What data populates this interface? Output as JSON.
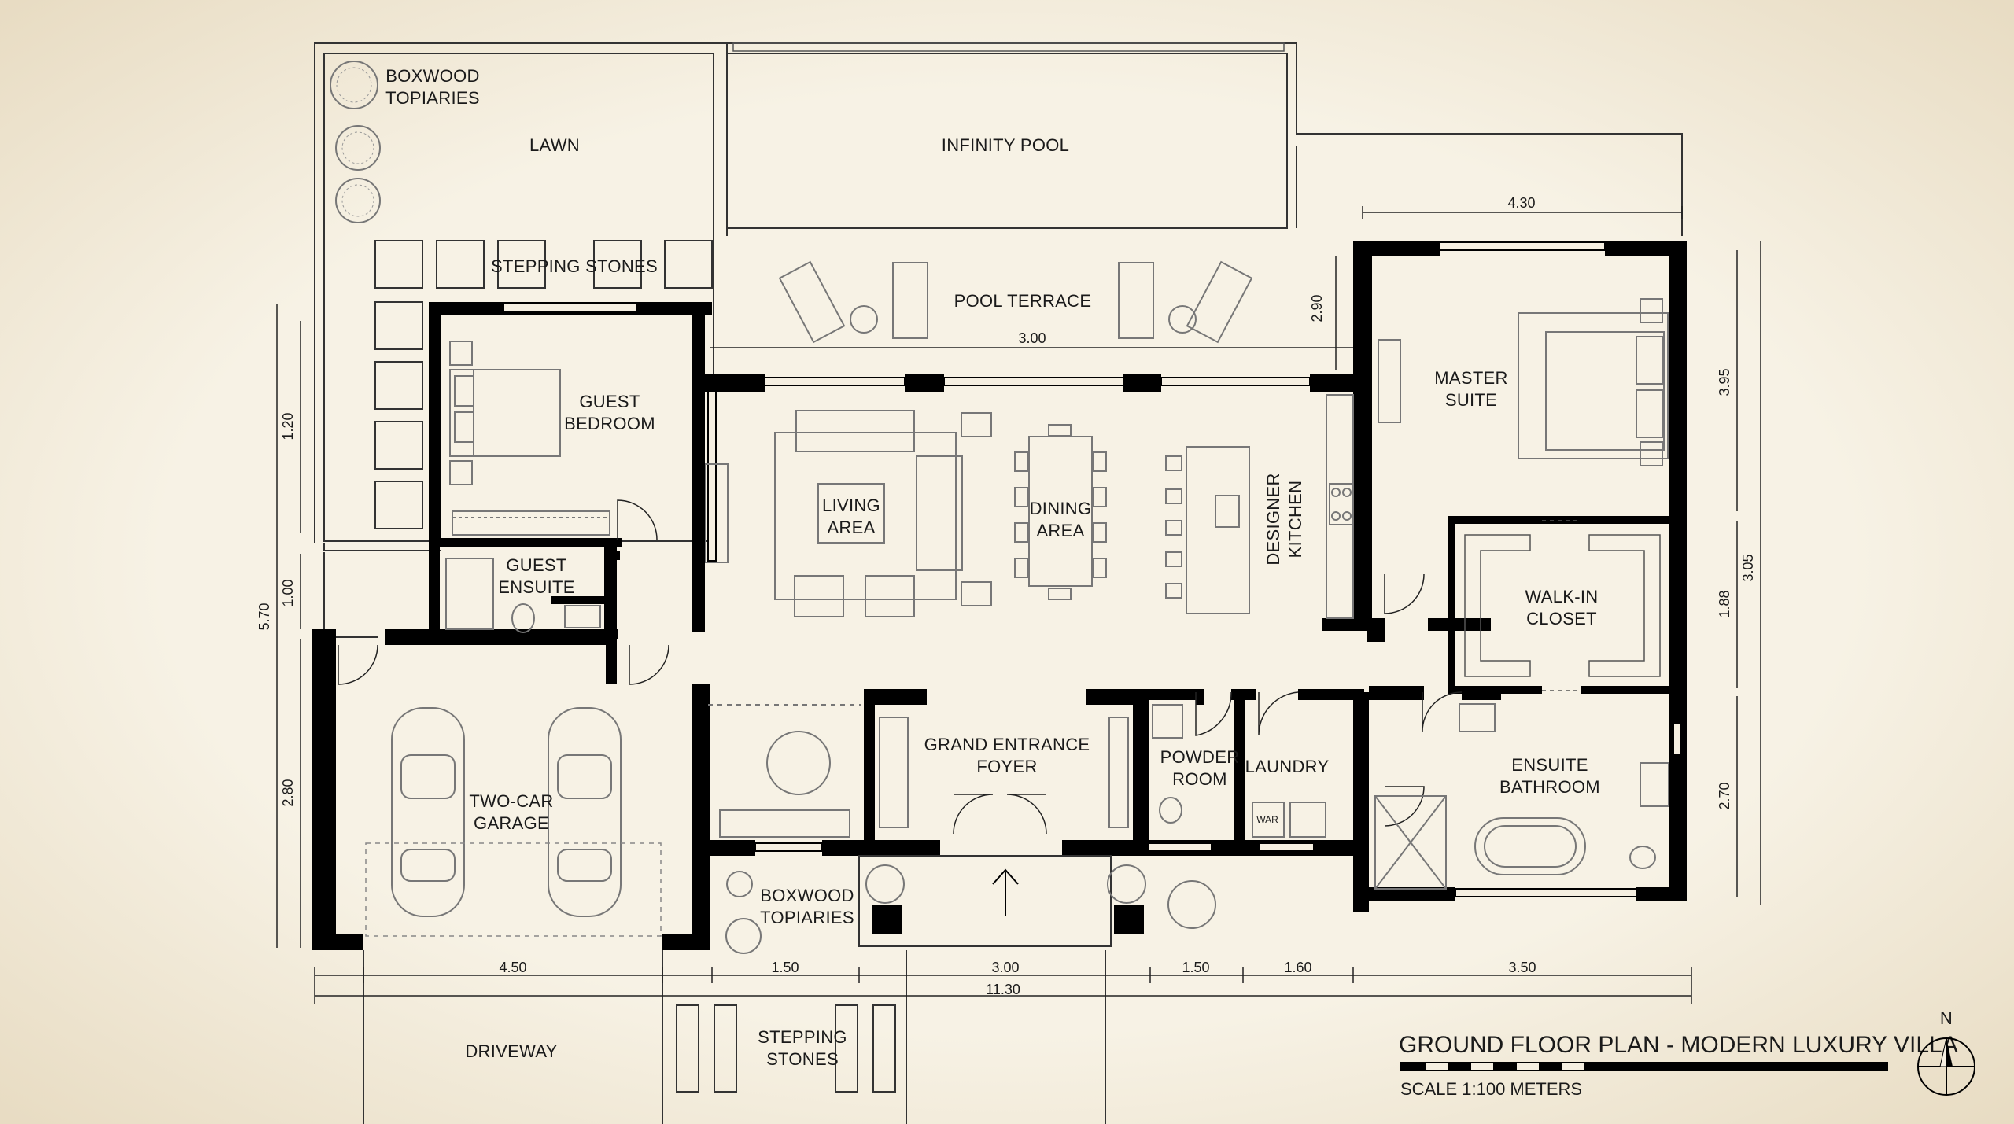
{
  "title": "GROUND FLOOR PLAN - MODERN LUXURY VILLA",
  "scale": "SCALE 1:100 METERS",
  "north": "N",
  "rooms": {
    "infinity_pool": "INFINITY POOL",
    "lawn": "LAWN",
    "boxwood_top": [
      "BOXWOOD",
      "TOPIARIES"
    ],
    "stepping_top": "STEPPING STONES",
    "pool_terrace": "POOL TERRACE",
    "guest_bedroom": [
      "GUEST",
      "BEDROOM"
    ],
    "guest_ensuite": [
      "GUEST",
      "ENSUITE"
    ],
    "living": [
      "LIVING",
      "AREA"
    ],
    "dining": [
      "DINING",
      "AREA"
    ],
    "kitchen": [
      "DESIGNER",
      "KITCHEN"
    ],
    "master": [
      "MASTER",
      "SUITE"
    ],
    "closet": [
      "WALK-IN",
      "CLOSET"
    ],
    "ensuite_bath": [
      "ENSUITE",
      "BATHROOM"
    ],
    "garage": [
      "TWO-CAR",
      "GARAGE"
    ],
    "foyer": [
      "GRAND ENTRANCE",
      "FOYER"
    ],
    "powder": [
      "POWDER",
      "ROOM"
    ],
    "laundry": "LAUNDRY",
    "war": "WAR",
    "boxwood_bottom": [
      "BOXWOOD",
      "TOPIARIES"
    ],
    "driveway": "DRIVEWAY",
    "stepping_bottom": [
      "STEPPING",
      "STONES"
    ]
  },
  "dimensions": {
    "top_4_30": "4.30",
    "terrace_3_00": "3.00",
    "terrace_2_90": "2.90",
    "left_1_20": "1.20",
    "left_1_00": "1.00",
    "left_5_70": "5.70",
    "left_2_80": "2.80",
    "right_3_95": "3.95",
    "right_1_88": "1.88",
    "right_3_05": "3.05",
    "right_2_70": "2.70",
    "bottom_4_50": "4.50",
    "bottom_1_50a": "1.50",
    "bottom_3_00": "3.00",
    "bottom_1_50b": "1.50",
    "bottom_1_60": "1.60",
    "bottom_3_50": "3.50",
    "bottom_total": "11.30"
  },
  "colors": {
    "paper": "#f5efe1",
    "wall": "#000000",
    "line": "#333333",
    "furniture": "#777777"
  }
}
